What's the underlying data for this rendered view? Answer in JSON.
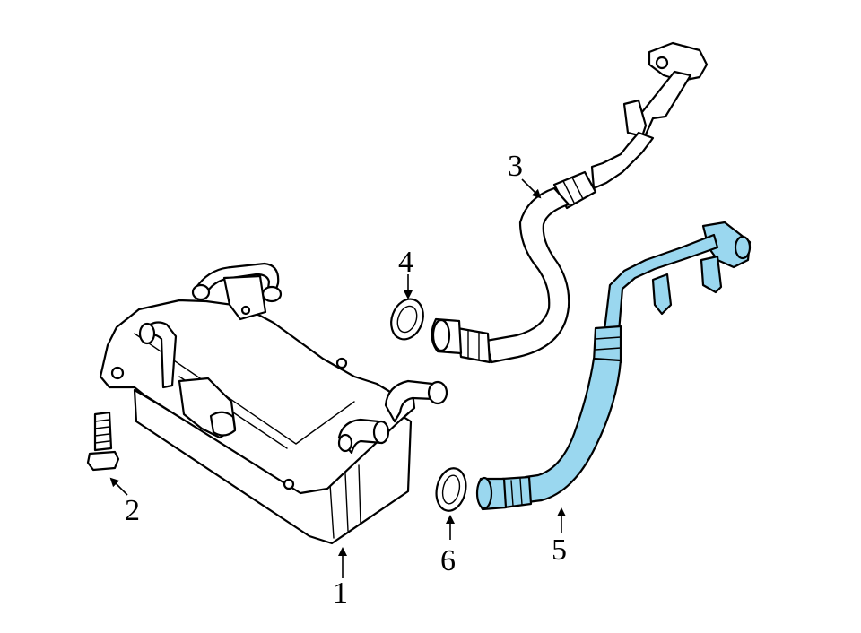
{
  "diagram": {
    "highlight_color": "#9ad7ef",
    "line_color": "#000000",
    "callouts": [
      {
        "id": "1",
        "label": "1"
      },
      {
        "id": "2",
        "label": "2"
      },
      {
        "id": "3",
        "label": "3"
      },
      {
        "id": "4",
        "label": "4"
      },
      {
        "id": "5",
        "label": "5"
      },
      {
        "id": "6",
        "label": "6"
      }
    ]
  }
}
